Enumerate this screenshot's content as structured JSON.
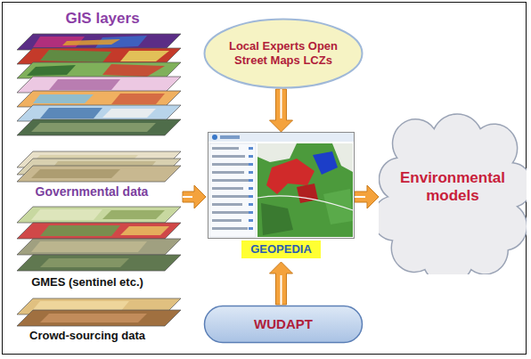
{
  "diagram": {
    "nodes": [
      {
        "text": [
          "Local Experts Open Street Maps LCZs"
        ]
      },
      {
        "text": [
          "GEOPEDIA"
        ]
      },
      {
        "text": [
          "WUDAPT"
        ]
      },
      {
        "text": [
          "Environmental models"
        ]
      }
    ],
    "edges": [
      {
        "from": 0,
        "to": 1,
        "arrow": "to"
      },
      {
        "from": 2,
        "to": 1,
        "arrow": "to"
      },
      {
        "from": 1,
        "to": 3,
        "arrow": "to"
      }
    ],
    "labels": [
      "GIS layers",
      "Governmental data",
      "GMES (sentinel etc.)",
      "Crowd-sourcing data"
    ]
  }
}
